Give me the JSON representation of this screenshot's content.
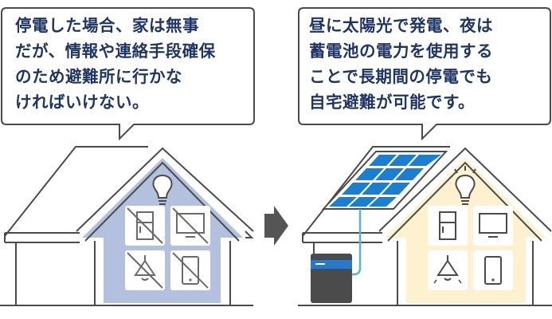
{
  "left_bubble": {
    "lines": [
      "停電した場合、家は無事",
      "だが、情報や連絡手段確保",
      "のため避難所に行かな",
      "ければいけない。"
    ]
  },
  "right_bubble": {
    "lines": [
      "昼に太陽光で発電、夜は",
      "蓄電池の電力を使用する",
      "ことで長期間の停電でも",
      "自宅避難が可能です。"
    ]
  },
  "colors": {
    "text": "#1f3566",
    "outline": "#4b4b4b",
    "left_house_fill": "#b3c1de",
    "right_house_fill": "#fdf1cf",
    "solar_panel": "#1a7fd0",
    "battery_body": "#4b4b4b",
    "battery_band": "#2a78c8",
    "arrow": "#555555"
  },
  "icons": {
    "left": [
      "fridge-off-icon",
      "tv-off-icon",
      "lamp-off-icon",
      "phone-off-icon"
    ],
    "right": [
      "fridge-icon",
      "tv-icon",
      "lamp-icon",
      "phone-icon"
    ]
  }
}
